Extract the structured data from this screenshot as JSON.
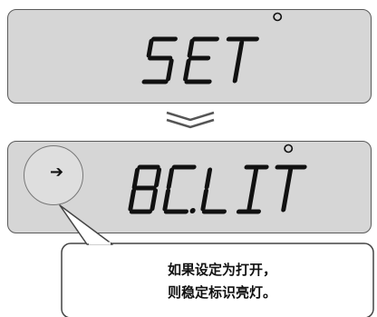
{
  "display_top": {
    "text": "SET",
    "stable_indicator_icon": "stable-mark-icon"
  },
  "divider": {
    "icon": "double-chevron-down-icon"
  },
  "display_bottom": {
    "text": "BC.LIT",
    "stable_indicator_icon": "stable-mark-icon",
    "pointer_icon": "right-arrow-icon"
  },
  "callout": {
    "line1": "如果设定为打开，",
    "line2": "则稳定标识亮灯。"
  },
  "colors": {
    "panel_fill": "#d6d6d6",
    "panel_border": "#5a5a5a",
    "segment": "#111111"
  }
}
